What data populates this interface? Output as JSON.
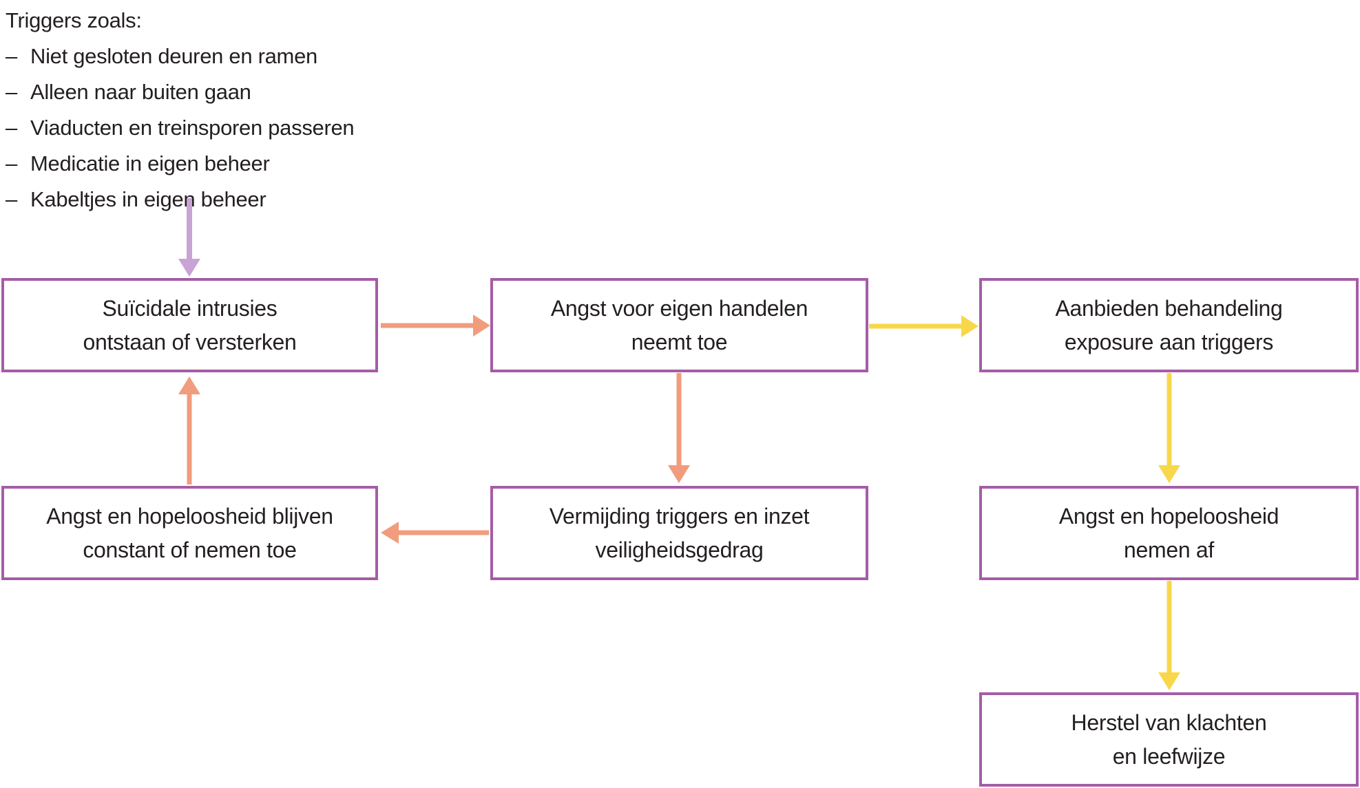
{
  "colors": {
    "box_border": "#A55CA6",
    "arrow_trigger": "#C9A3D4",
    "arrow_maintenance": "#F19C7C",
    "arrow_treatment": "#F8D84A",
    "text_color": "#231F20"
  },
  "trigger_list": {
    "title": "Triggers zoals:",
    "bullet": "–",
    "items": [
      "Niet gesloten deuren en ramen",
      "Alleen naar buiten gaan",
      "Viaducten en treinsporen passeren",
      "Medicatie in eigen beheer",
      "Kabeltjes in eigen beheer"
    ]
  },
  "boxes": {
    "intrusies": {
      "lines": [
        "Suïcidale intrusies",
        "ontstaan of versterken"
      ]
    },
    "angst_handelen": {
      "lines": [
        "Angst voor eigen handelen",
        "neemt toe"
      ]
    },
    "aanbieden": {
      "lines": [
        "Aanbieden behandeling",
        "exposure aan triggers"
      ]
    },
    "blijven": {
      "lines": [
        "Angst en hopeloosheid blijven",
        "constant of nemen toe"
      ]
    },
    "vermijding": {
      "lines": [
        "Vermijding triggers en inzet",
        "veiligheidsgedrag"
      ]
    },
    "nemen_af": {
      "lines": [
        "Angst en hopeloosheid",
        "nemen af"
      ]
    },
    "herstel": {
      "lines": [
        "Herstel van klachten",
        "en leefwijze"
      ]
    }
  },
  "edges": [
    {
      "from": "trigger_list",
      "to": "intrusies",
      "color_key": "arrow_trigger"
    },
    {
      "from": "intrusies",
      "to": "angst_handelen",
      "color_key": "arrow_maintenance"
    },
    {
      "from": "angst_handelen",
      "to": "vermijding",
      "color_key": "arrow_maintenance"
    },
    {
      "from": "vermijding",
      "to": "blijven",
      "color_key": "arrow_maintenance"
    },
    {
      "from": "blijven",
      "to": "intrusies",
      "color_key": "arrow_maintenance"
    },
    {
      "from": "angst_handelen",
      "to": "aanbieden",
      "color_key": "arrow_treatment"
    },
    {
      "from": "aanbieden",
      "to": "nemen_af",
      "color_key": "arrow_treatment"
    },
    {
      "from": "nemen_af",
      "to": "herstel",
      "color_key": "arrow_treatment"
    }
  ]
}
